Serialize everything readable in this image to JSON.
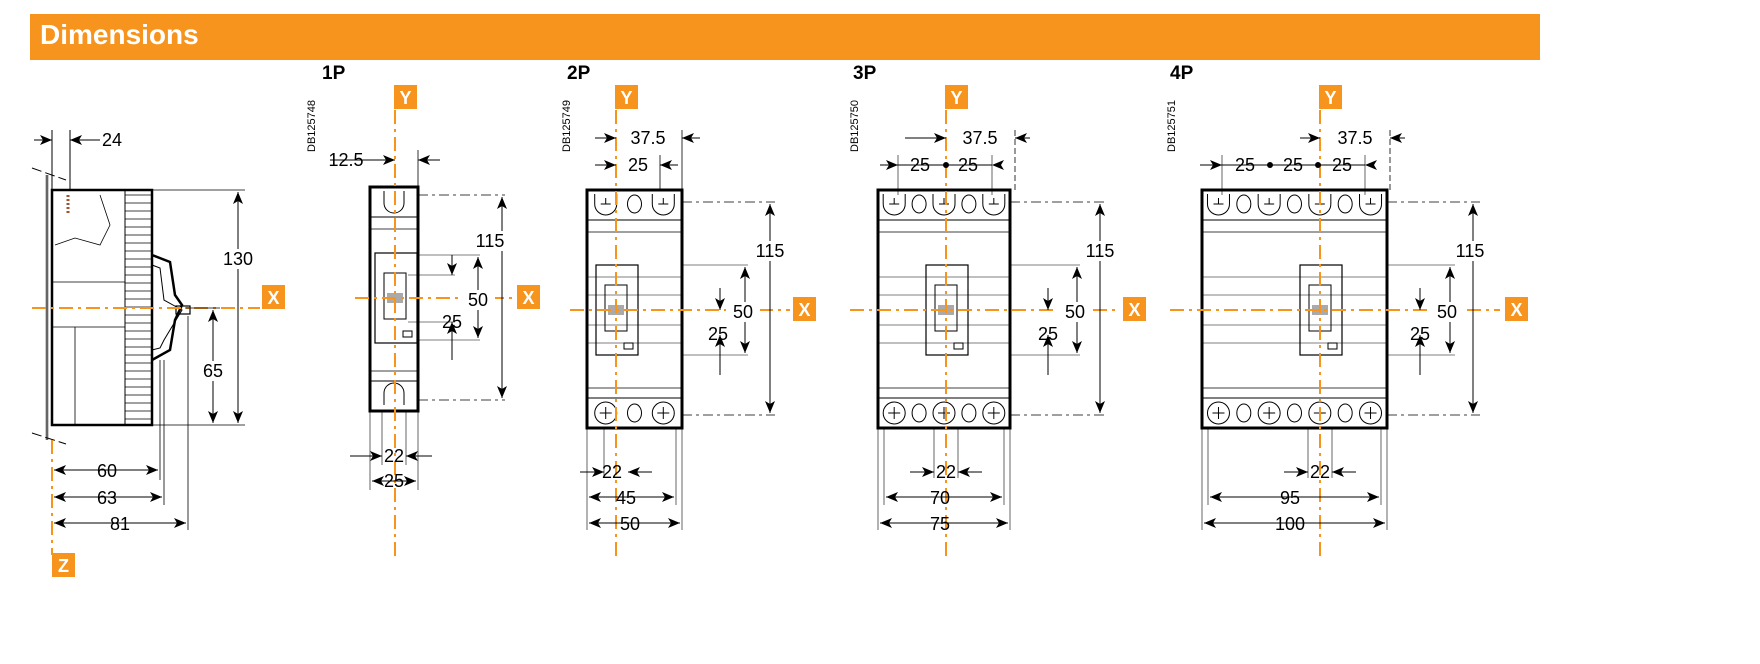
{
  "header": {
    "title": "Dimensions"
  },
  "colors": {
    "accent": "#F7941D",
    "line": "#000000"
  },
  "side_view": {
    "dims": [
      "24",
      "130",
      "65",
      "60",
      "63",
      "81"
    ],
    "axes": [
      "X",
      "Z"
    ]
  },
  "views": [
    {
      "title": "1P",
      "code": "DB125748",
      "axes": [
        "Y",
        "X"
      ],
      "dims": [
        "12.5",
        "115",
        "50",
        "25",
        "22",
        "25"
      ]
    },
    {
      "title": "2P",
      "code": "DB125749",
      "axes": [
        "Y",
        "X"
      ],
      "dims": [
        "37.5",
        "25",
        "115",
        "50",
        "25",
        "22",
        "45",
        "50"
      ]
    },
    {
      "title": "3P",
      "code": "DB125750",
      "axes": [
        "Y",
        "X"
      ],
      "dims": [
        "37.5",
        "25",
        "25",
        "115",
        "50",
        "25",
        "22",
        "70",
        "75"
      ]
    },
    {
      "title": "4P",
      "code": "DB125751",
      "axes": [
        "Y",
        "X"
      ],
      "dims": [
        "37.5",
        "25",
        "25",
        "25",
        "115",
        "50",
        "25",
        "22",
        "95",
        "100"
      ]
    }
  ]
}
